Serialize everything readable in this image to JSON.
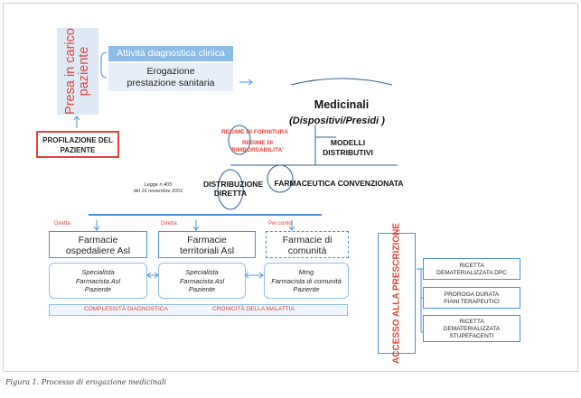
{
  "presa": {
    "line1": "Presa in carico",
    "line2": "paziente"
  },
  "attivita": "Attività diagnostica clinica",
  "erogazione": {
    "line1": "Erogazione",
    "line2": "prestazione sanitaria"
  },
  "profilazione": {
    "line1": "PROFILAZIONE DEL",
    "line2": "PAZIENTE"
  },
  "medicinali": {
    "title": "Medicinali",
    "subtitle": "(Dispositivi/Presidi )"
  },
  "regime": {
    "fornitura": "REGIME DI FORNITURA",
    "rimb_line1": "REGIME DI",
    "rimb_line2": "RIMBORSABILITA'"
  },
  "modelli": {
    "line1": "MODELLI",
    "line2": "DISTRIBUTIVI"
  },
  "farmaceutica_convenzionata": "FARMACEUTICA CONVENZIONATA",
  "distribuzione": {
    "line1": "DISTRIBUZIONE",
    "line2": "DIRETTA"
  },
  "legge": {
    "line1": "Legge n.405",
    "line2": "del 16 novembre 2001"
  },
  "channels": [
    {
      "tag": "Diretta",
      "title_line1": "Farmacie",
      "title_line2": "ospedaliere Asl",
      "sub1": "Specialista",
      "sub2": "Farmacista Asl",
      "sub3": "Paziente"
    },
    {
      "tag": "Diretta",
      "title_line1": "Farmacie",
      "title_line2": "territoriali Asl",
      "sub1": "Specialista",
      "sub2": "Farmacista Asl",
      "sub3": "Paziente"
    },
    {
      "tag": "Per conto",
      "title_line1": "Farmacie di",
      "title_line2": "comunità",
      "sub1": "Mmg",
      "sub2": "Farmacista di comunità",
      "sub3": "Paziente"
    }
  ],
  "bottom_bar": {
    "left": "COMPLESSITÀ DIAGNOSTICA",
    "right": "CRONICITÀ DELLA MALATTIA"
  },
  "accesso": "ACCESSO ALLA PRESCRIZIONE",
  "prescrizione_items": [
    {
      "line1": "RICETTA",
      "line2": "DEMATERIALIZZATA DPC",
      "line3": ""
    },
    {
      "line1": "PROROGA DURATA",
      "line2": "PIANI TERAPEUTICI",
      "line3": ""
    },
    {
      "line1": "RICETTA",
      "line2": "DEMATERIALIZZATA",
      "line3": "STUPEFACENTI"
    }
  ],
  "caption": "Figura 1. Processo di erogazione medicinali",
  "colors": {
    "accent_red": "#e0433a",
    "blue_line": "#4a90d9",
    "light_blue": "#8bbbe6",
    "pale_blue": "#e7eef8"
  }
}
